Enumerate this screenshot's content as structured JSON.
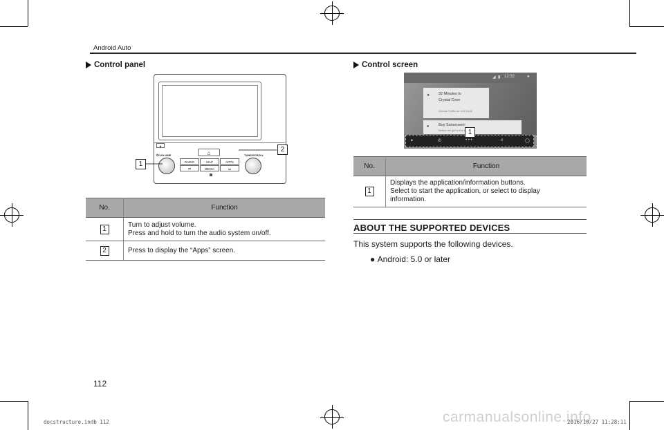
{
  "running_head": "Android Auto",
  "left_section": {
    "title": "Control panel",
    "panel_labels": {
      "volume": "⏻/VOLUME",
      "radio": "RADIO",
      "map": "MAP",
      "apps": "APPS",
      "media": "MEDIA",
      "tune_scroll": "TUNE/SCROLL",
      "prev": "⏮",
      "next": "⏭",
      "home_icon": "home-icon"
    },
    "callouts": [
      "1",
      "2"
    ],
    "table": {
      "headers": [
        "No.",
        "Function"
      ],
      "rows": [
        {
          "no": "1",
          "line1": "Turn to adjust volume.",
          "line2": "Press and hold to turn the audio system on/off."
        },
        {
          "no": "2",
          "line1": "Press to display the “Apps” screen.",
          "line2": ""
        }
      ]
    }
  },
  "right_section": {
    "title": "Control screen",
    "screen": {
      "clock": "12:32",
      "card1_title_line1": "32 Minutes to",
      "card1_title_line2": "Crystal Cove",
      "card1_sub": "Normal Traffic on 101 North",
      "card2_title": "Buy Sunscreen!",
      "card2_sub": "Before we get to the beach",
      "callout": "1"
    },
    "table": {
      "headers": [
        "No.",
        "Function"
      ],
      "rows": [
        {
          "no": "1",
          "line1": "Displays the application/information buttons.",
          "line2": "Select to start the application, or select to display",
          "line3": "information."
        }
      ]
    },
    "about_title": "ABOUT THE SUPPORTED DEVICES",
    "about_text": "This system supports the following devices.",
    "bullet": "Android: 5.0 or later"
  },
  "page_number": "112",
  "footer_left": "docstructure.indb   112",
  "footer_right": "2016/10/27   11:28:11",
  "watermark": "carmanualsonline.info"
}
